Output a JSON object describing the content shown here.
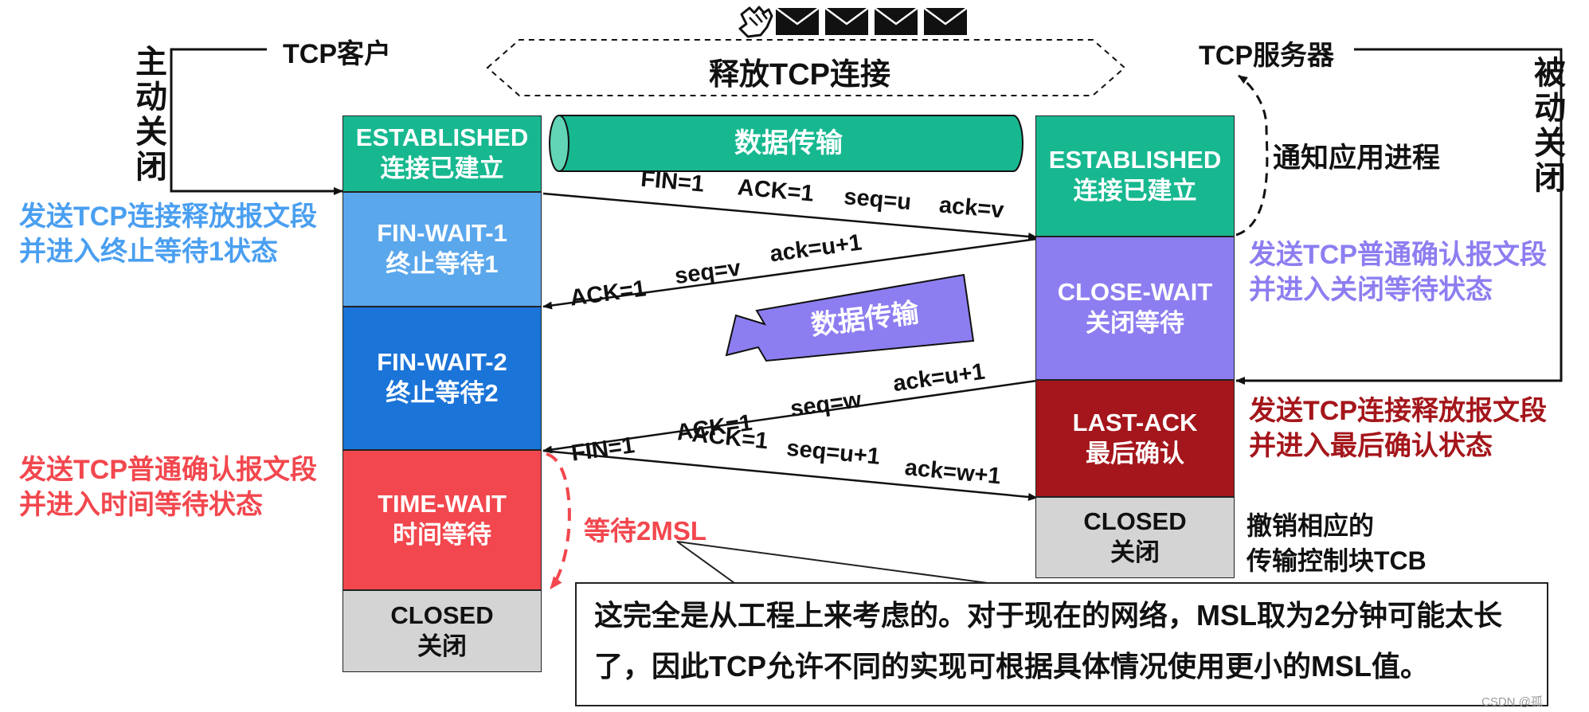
{
  "colors": {
    "established": "#17b890",
    "fin_wait_1": "#5ba7ec",
    "fin_wait_2": "#1b74d8",
    "time_wait": "#f2474e",
    "closed": "#d4d4d4",
    "close_wait": "#8c7ef0",
    "last_ack": "#a4161b",
    "blue_text": "#4a9ff0",
    "purple_text": "#8c7ef0",
    "red_text": "#f2474e",
    "dark_red_text": "#a4161b"
  },
  "header": {
    "title": "释放TCP连接",
    "icons": [
      "hand-icon",
      "envelope-icon",
      "envelope-icon",
      "envelope-icon",
      "envelope-icon"
    ]
  },
  "client": {
    "label": "TCP客户",
    "side_label": "主动关闭",
    "states": [
      {
        "line1": "ESTABLISHED",
        "line2": "连接已建立"
      },
      {
        "line1": "FIN-WAIT-1",
        "line2": "终止等待1"
      },
      {
        "line1": "FIN-WAIT-2",
        "line2": "终止等待2"
      },
      {
        "line1": "TIME-WAIT",
        "line2": "时间等待"
      },
      {
        "line1": "CLOSED",
        "line2": "关闭"
      }
    ],
    "notes": [
      {
        "line1": "发送TCP连接释放报文段",
        "line2": "并进入终止等待1状态"
      },
      {
        "line1": "发送TCP普通确认报文段",
        "line2": "并进入时间等待状态"
      }
    ],
    "wait_label": "等待2MSL"
  },
  "server": {
    "label": "TCP服务器",
    "side_label": "被动关闭",
    "notify": "通知应用进程",
    "states": [
      {
        "line1": "ESTABLISHED",
        "line2": "连接已建立"
      },
      {
        "line1": "CLOSE-WAIT",
        "line2": "关闭等待"
      },
      {
        "line1": "LAST-ACK",
        "line2": "最后确认"
      },
      {
        "line1": "CLOSED",
        "line2": "关闭"
      }
    ],
    "notes": [
      {
        "line1": "发送TCP普通确认报文段",
        "line2": "并进入关闭等待状态"
      },
      {
        "line1": "发送TCP连接释放报文段",
        "line2": "并进入最后确认状态"
      },
      {
        "line1": "撤销相应的",
        "line2": "传输控制块TCB"
      }
    ]
  },
  "transfers": {
    "top": "数据传输",
    "middle": "数据传输"
  },
  "messages": [
    {
      "parts": [
        "FIN=1",
        "ACK=1",
        "seq=u",
        "ack=v"
      ]
    },
    {
      "parts": [
        "ACK=1",
        "seq=v",
        "ack=u+1"
      ]
    },
    {
      "parts": [
        "FIN=1",
        "ACK=1",
        "seq=w",
        "ack=u+1"
      ]
    },
    {
      "parts": [
        "ACK=1",
        "seq=u+1",
        "ack=w+1"
      ]
    }
  ],
  "callout": {
    "line1": "这完全是从工程上来考虑的。对于现在的网络，MSL取为2分钟可能太长",
    "line2": "了，因此TCP允许不同的实现可根据具体情况使用更小的MSL值。"
  },
  "watermark": "CSDN @孤"
}
